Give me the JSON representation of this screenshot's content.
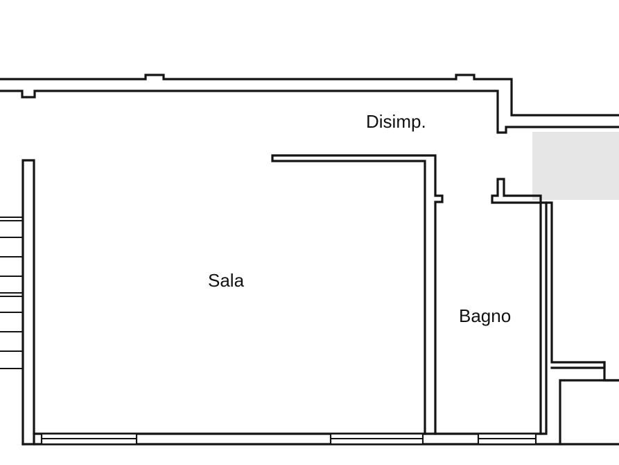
{
  "rooms": [
    {
      "id": "disimp",
      "label": "Disimp."
    },
    {
      "id": "sala",
      "label": "Sala"
    },
    {
      "id": "bagno",
      "label": "Bagno"
    }
  ],
  "colors": {
    "line": "#141414",
    "background": "#ffffff",
    "redacted": "#e6e6e6"
  }
}
